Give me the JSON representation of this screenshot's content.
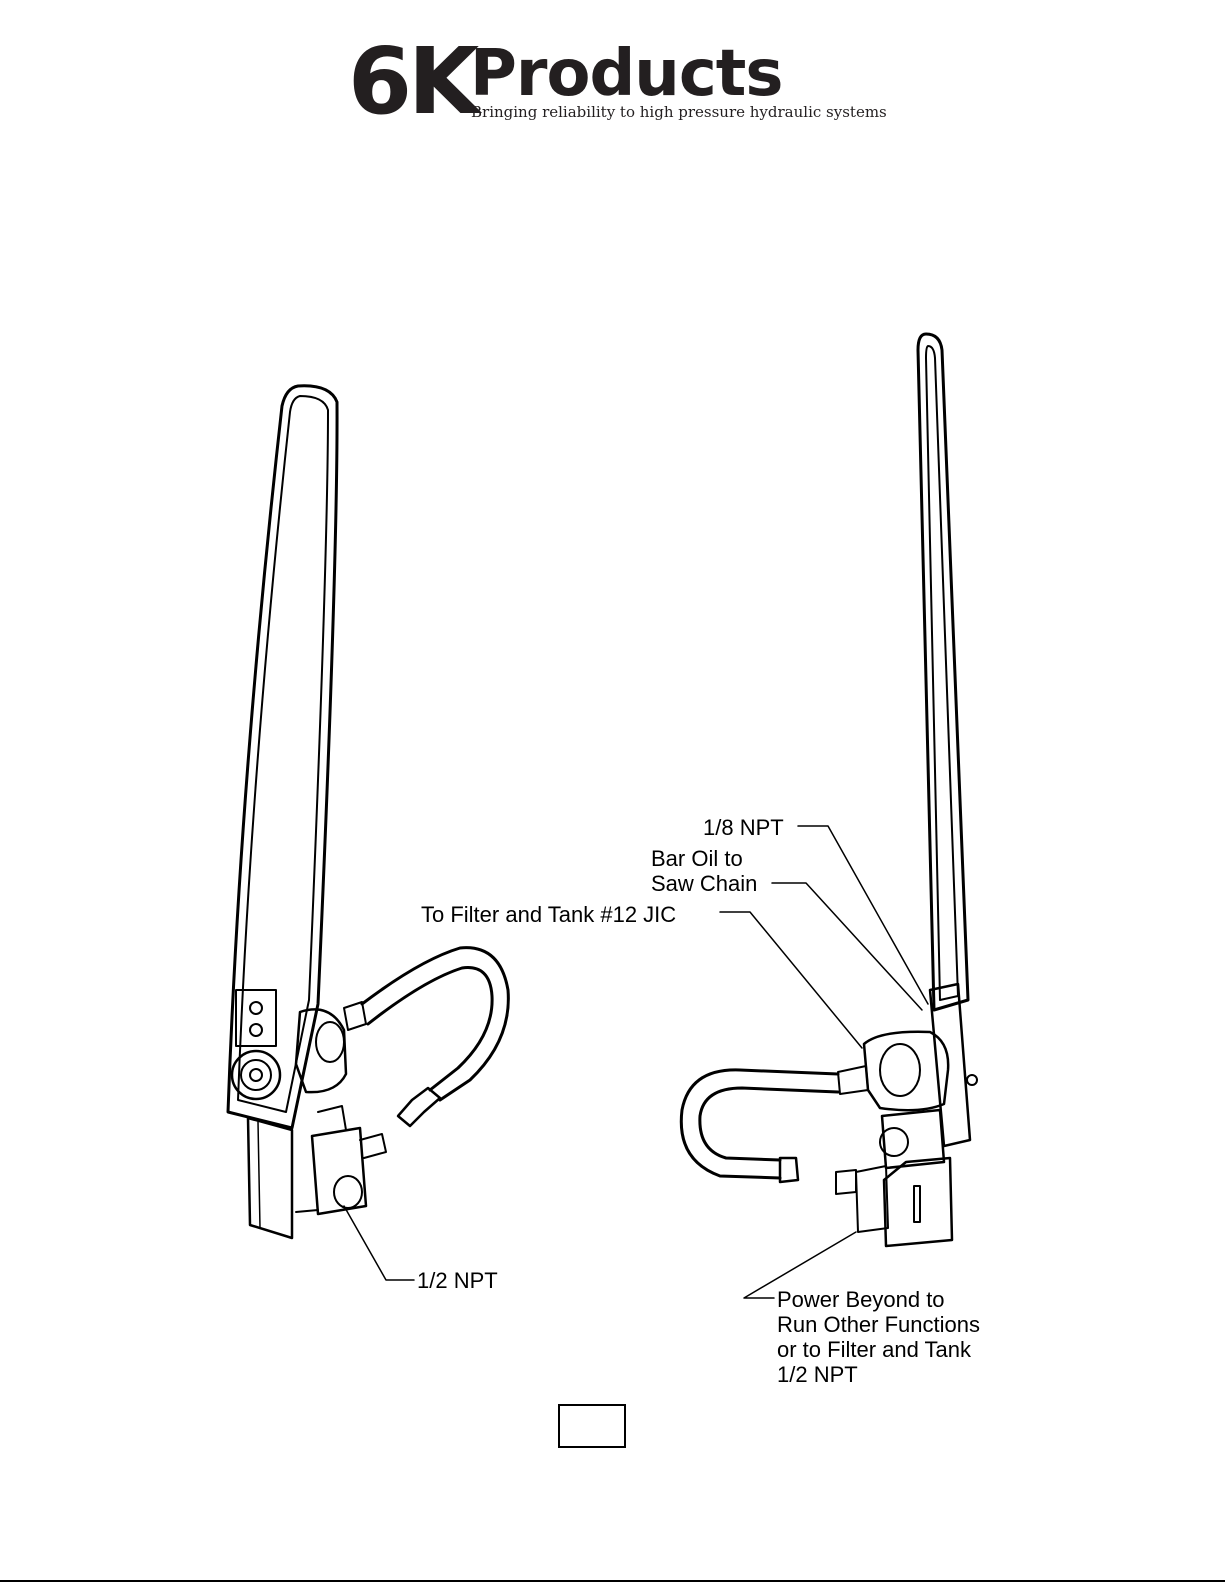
{
  "brand": {
    "logo_6k": "6K",
    "logo_products": "Products",
    "tagline": "Bringing reliability to high pressure hydraulic systems"
  },
  "callouts": {
    "npt_eighth": "1/8 NPT",
    "bar_oil_line1": "Bar Oil to",
    "bar_oil_line2": "Saw Chain",
    "filter_tank": "To Filter and Tank #12 JIC",
    "npt_half_left": "1/2 NPT",
    "power_beyond_line1": "Power Beyond to",
    "power_beyond_line2": "Run Other Functions",
    "power_beyond_line3": "or to Filter and Tank",
    "power_beyond_line4": "1/2 NPT"
  },
  "page_number": ""
}
